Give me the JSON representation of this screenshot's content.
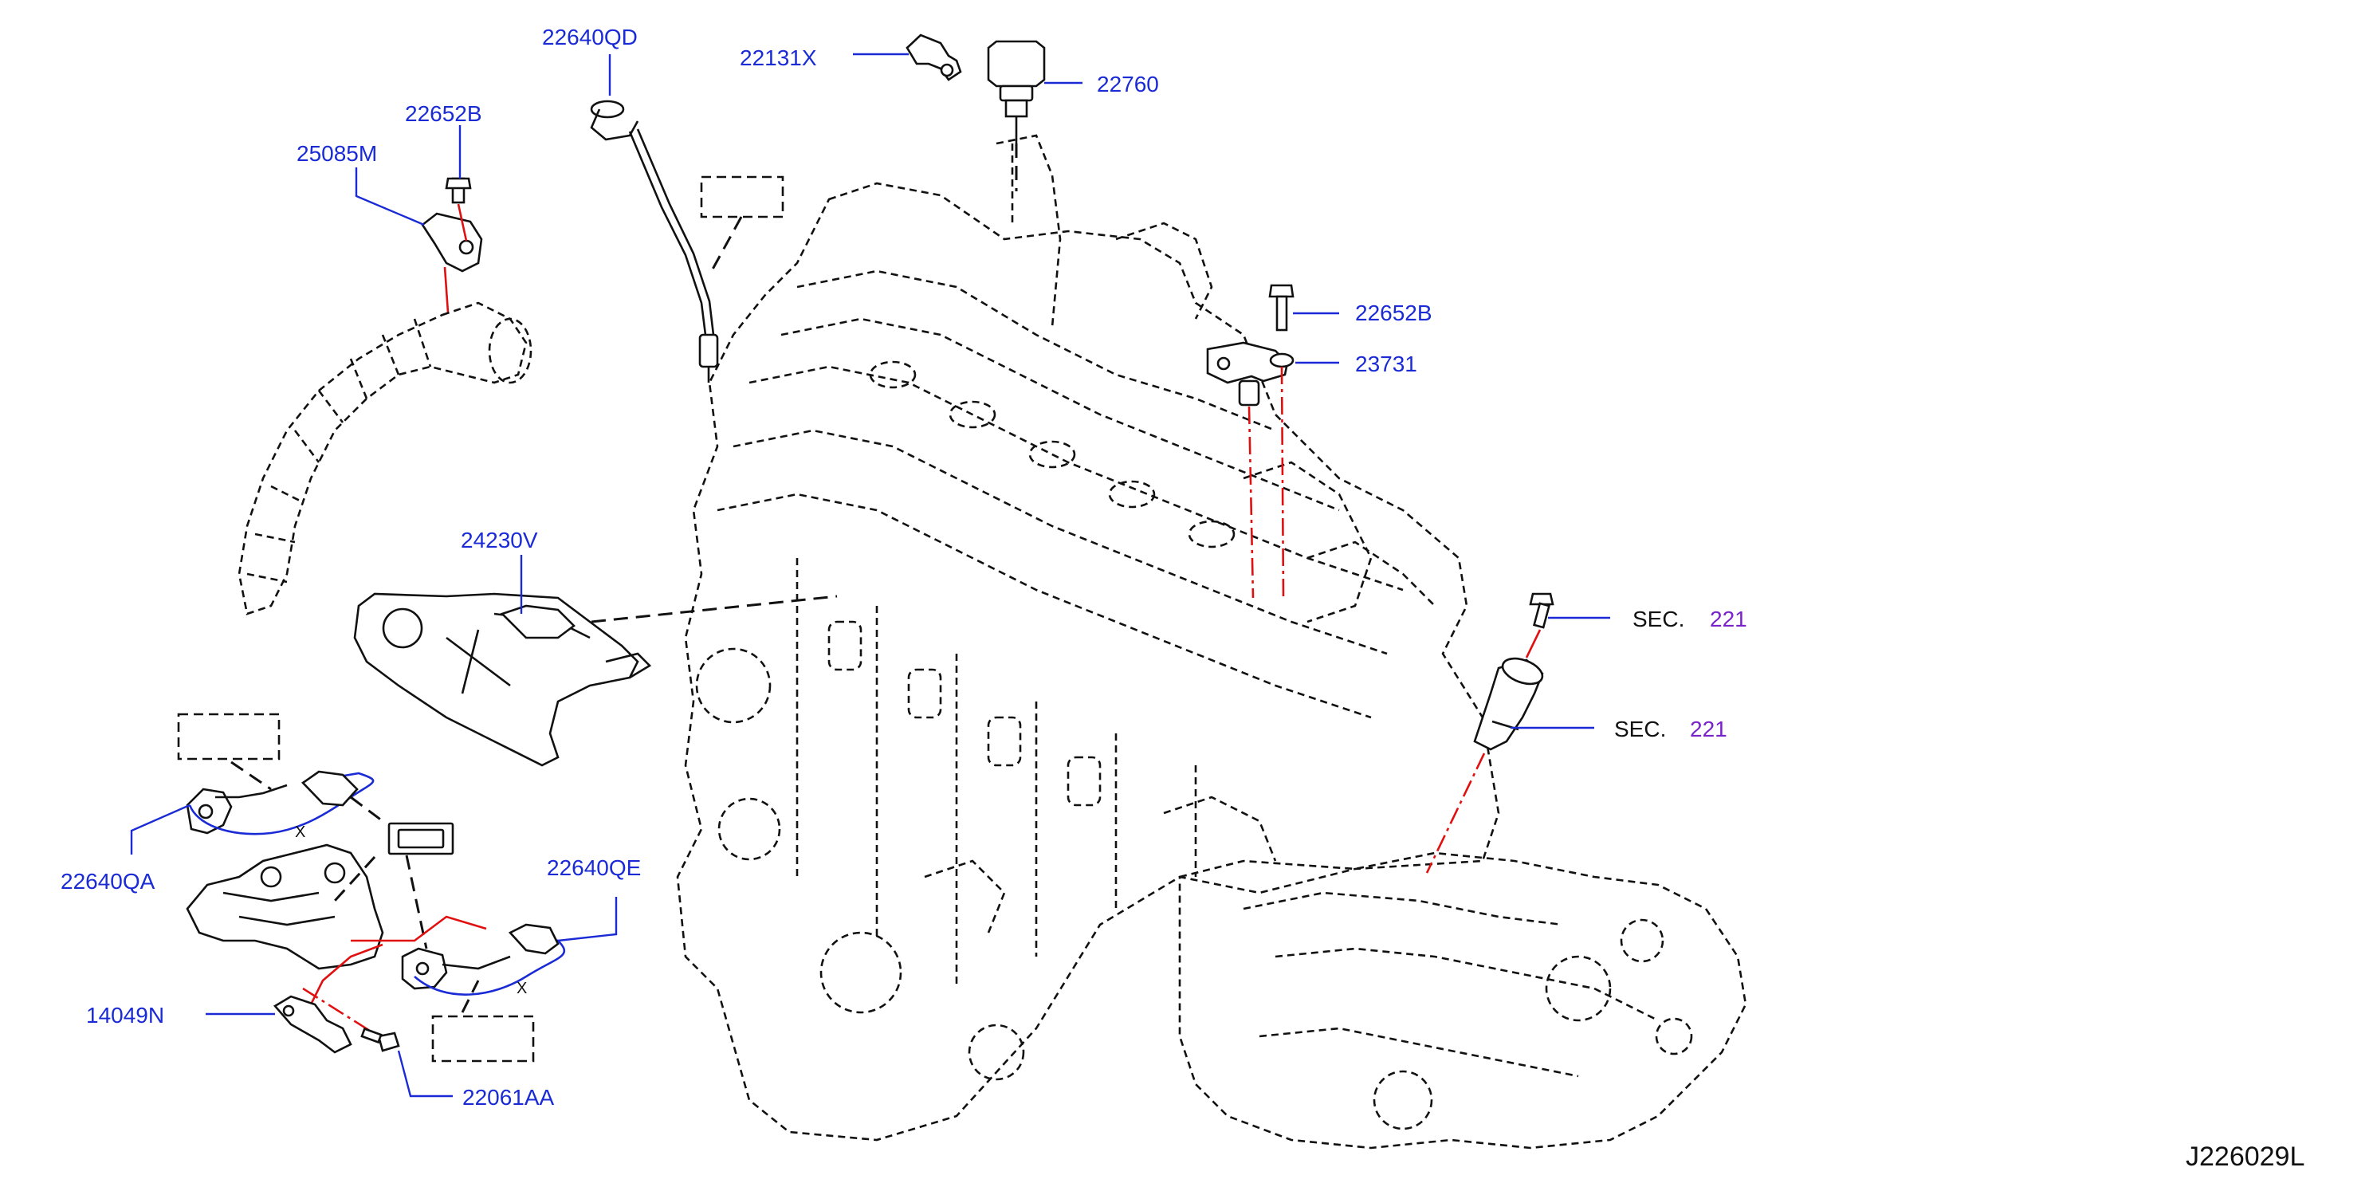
{
  "diagram": {
    "id_label": "J226029L",
    "callouts": [
      {
        "key": "c_22640QD",
        "text": "22640QD"
      },
      {
        "key": "c_22131X",
        "text": "22131X"
      },
      {
        "key": "c_22760",
        "text": "22760"
      },
      {
        "key": "c_22652B_top",
        "text": "22652B"
      },
      {
        "key": "c_25085M",
        "text": "25085M"
      },
      {
        "key": "c_22652B_mid",
        "text": "22652B"
      },
      {
        "key": "c_23731",
        "text": "23731"
      },
      {
        "key": "c_24230V",
        "text": "24230V"
      },
      {
        "key": "c_22640QA",
        "text": "22640QA"
      },
      {
        "key": "c_22640QE",
        "text": "22640QE"
      },
      {
        "key": "c_14049N",
        "text": "14049N"
      },
      {
        "key": "c_22061AA",
        "text": "22061AA"
      }
    ],
    "sec_refs": [
      {
        "prefix": "SEC.",
        "number": "221"
      },
      {
        "prefix": "SEC.",
        "number": "221"
      }
    ],
    "x_marks": [
      "X",
      "X"
    ],
    "colors": {
      "part_number": "#1a2bd6",
      "section_number": "#7a22c9",
      "assembly_line": "#e01010",
      "outline": "#111111"
    }
  }
}
